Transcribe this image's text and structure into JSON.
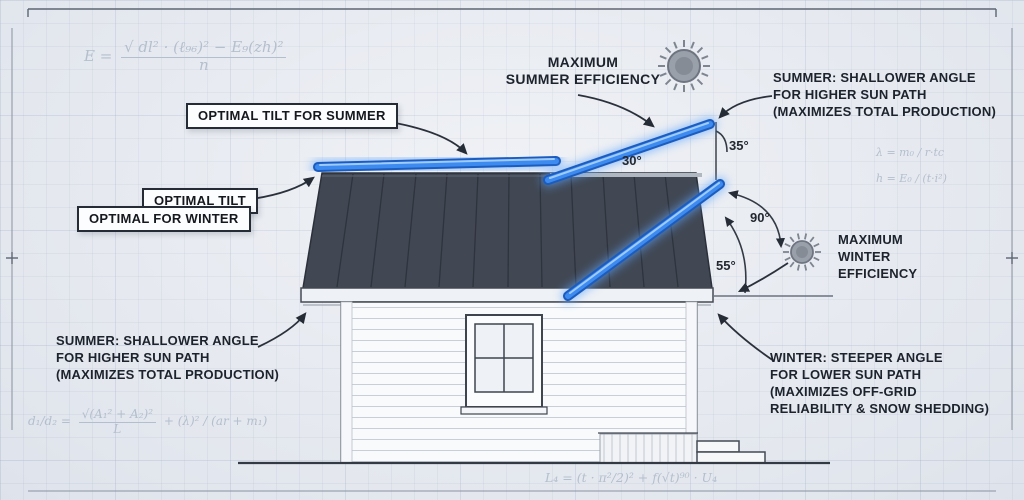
{
  "title": "Solar panel optimal tilt blueprint diagram",
  "labels": {
    "max_summer_1": "MAXIMUM",
    "max_summer_2": "SUMMER EFFICIENCY",
    "optimal_summer": "OPTIMAL TILT FOR SUMMER",
    "optimal_winter_1": "OPTIMAL TILT",
    "optimal_winter_2": "OPTIMAL  FOR WINTER",
    "summer_note_top_1": "SUMMER: SHALLOWER ANGLE",
    "summer_note_top_2": "FOR HIGHER SUN PATH",
    "summer_note_top_3": "(MAXIMIZES TOTAL PRODUCTION)",
    "max_winter_1": "MAXIMUM",
    "max_winter_2": "WINTER",
    "max_winter_3": "EFFICIENCY",
    "summer_note_bottom_1": "SUMMER: SHALLOWER ANGLE",
    "summer_note_bottom_2": "FOR HIGHER SUN PATH",
    "summer_note_bottom_3": "(MAXIMIZES TOTAL PRODUCTION)",
    "winter_note_1": "WINTER: STEEPER ANGLE",
    "winter_note_2": "FOR LOWER SUN PATH",
    "winter_note_3": "(MAXIMIZES OFF-GRID",
    "winter_note_4": "RELIABILITY & SNOW SHEDDING)"
  },
  "angles": {
    "summer_tilt": "30°",
    "summer_vertical_ref": "35°",
    "winter_normal": "90°",
    "winter_tilt": "55°"
  },
  "formulas": {
    "top_left_prefix": "E =",
    "top_left_num": "√ dl² · (ℓ₉₆)² − E₉(zh)²",
    "top_left_den": "n",
    "right_1": "λ = m₀ / r·tc",
    "right_2": "h = E₀ / (t·i²)",
    "bottom_left_prefix": "d₁/d₂ =",
    "bottom_left_num": "√(A₁² + A₂)²",
    "bottom_left_den": "L",
    "bottom_left_tail": "+ (λ)² / (ar + m₁)",
    "bottom_right": "L₄ = (t · π²/2)² + f(√t)⁹⁰ · U₄"
  },
  "colors": {
    "paper": "#e8ebf1",
    "ink": "#1d232c",
    "roof_slate": "#414854",
    "panel_blue": "#2f7ce0",
    "panel_glow": "#5fa5ff",
    "sun_gray": "#9aa0aa",
    "faint_ink": "#b4bfcd"
  }
}
